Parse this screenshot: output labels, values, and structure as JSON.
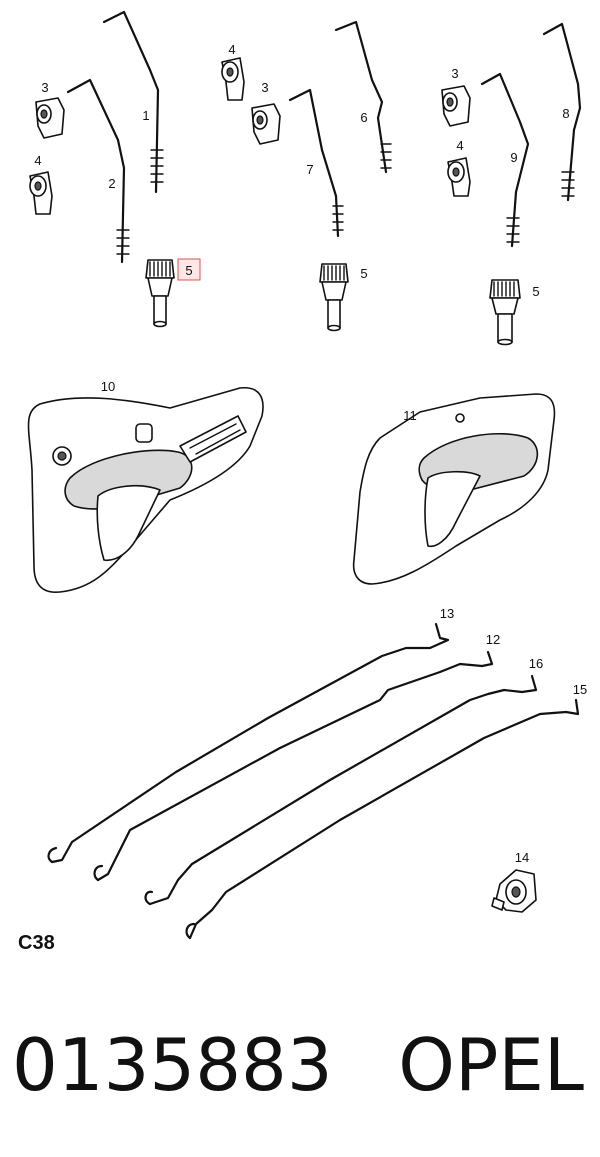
{
  "diagram": {
    "figure_code": "C38",
    "part_number": "0135883",
    "brand": "OPEL",
    "highlighted_callout": "5",
    "colors": {
      "line": "#111111",
      "highlight_fill": "#fde7e7",
      "highlight_border": "#d9534f"
    },
    "callouts": {
      "c1": "1",
      "c2": "2",
      "c3a": "3",
      "c3b": "3",
      "c3c": "3",
      "c4a": "4",
      "c4b": "4",
      "c4c": "4",
      "c5a": "5",
      "c5b": "5",
      "c5c": "5",
      "c6": "6",
      "c7": "7",
      "c8": "8",
      "c9": "9",
      "c10": "10",
      "c11": "11",
      "c12": "12",
      "c13": "13",
      "c14": "14",
      "c15": "15",
      "c16": "16"
    }
  }
}
